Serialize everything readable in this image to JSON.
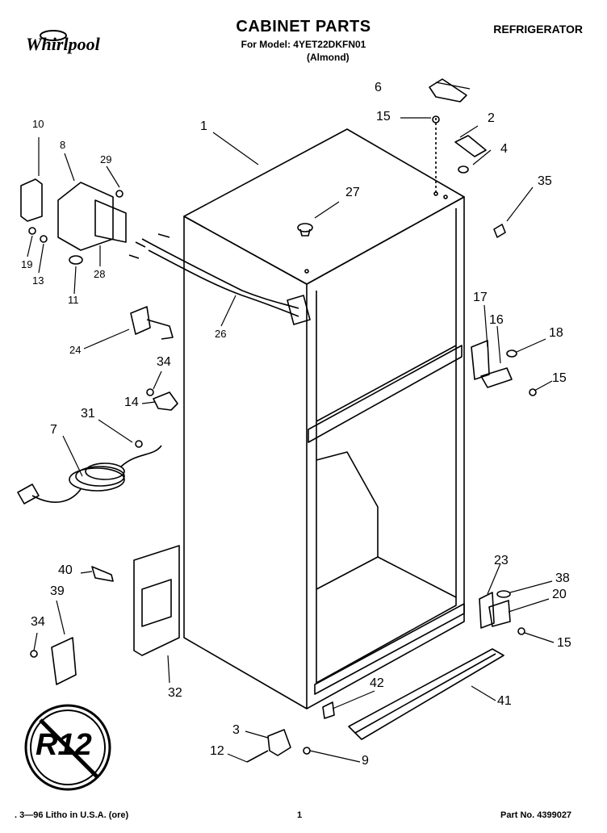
{
  "header": {
    "brand": "Whirlpool",
    "title": "CABINET PARTS",
    "model_line": "For Model: 4YET22DKFN01",
    "color_line": "(Almond)",
    "category": "REFRIGERATOR"
  },
  "callouts": {
    "c1": "1",
    "c2": "2",
    "c3": "3",
    "c4": "4",
    "c6": "6",
    "c7": "7",
    "c8": "8",
    "c9": "9",
    "c10": "10",
    "c11": "11",
    "c12": "12",
    "c13": "13",
    "c14": "14",
    "c15a": "15",
    "c15b": "15",
    "c15c": "15",
    "c16": "16",
    "c17": "17",
    "c18": "18",
    "c19": "19",
    "c20": "20",
    "c23": "23",
    "c24": "24",
    "c26": "26",
    "c27": "27",
    "c28": "28",
    "c29": "29",
    "c31": "31",
    "c32": "32",
    "c34a": "34",
    "c34b": "34",
    "c35": "35",
    "c38": "38",
    "c39": "39",
    "c40": "40",
    "c41": "41",
    "c42": "42"
  },
  "badge": {
    "text": "R12"
  },
  "footer": {
    "left": ". 3—96 Litho in U.S.A. (ore)",
    "page": "1",
    "part_no": "Part No. 4399027"
  }
}
